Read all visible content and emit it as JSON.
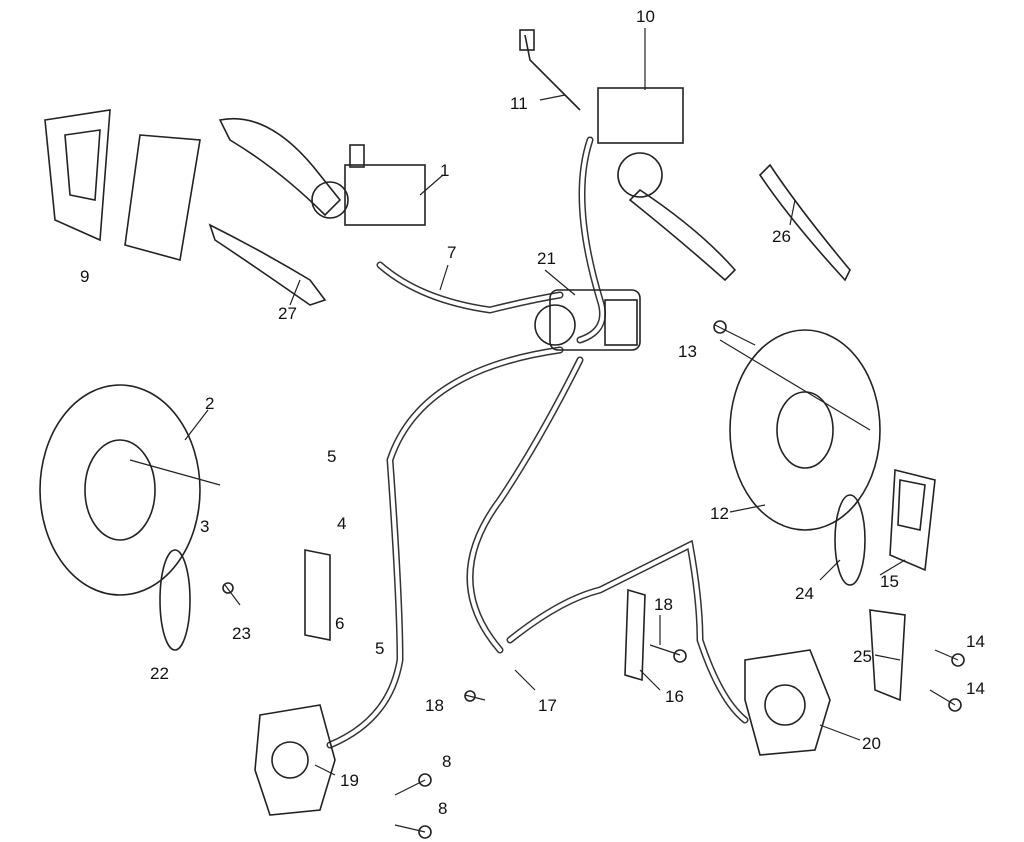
{
  "title": "Brake system exploded parts diagram",
  "callouts": [
    {
      "id": "c1",
      "text": "1"
    },
    {
      "id": "c2",
      "text": "2"
    },
    {
      "id": "c3",
      "text": "3"
    },
    {
      "id": "c4",
      "text": "4"
    },
    {
      "id": "c5a",
      "text": "5"
    },
    {
      "id": "c5b",
      "text": "5"
    },
    {
      "id": "c6",
      "text": "6"
    },
    {
      "id": "c7",
      "text": "7"
    },
    {
      "id": "c8a",
      "text": "8"
    },
    {
      "id": "c8b",
      "text": "8"
    },
    {
      "id": "c9",
      "text": "9"
    },
    {
      "id": "c10",
      "text": "10"
    },
    {
      "id": "c11",
      "text": "11"
    },
    {
      "id": "c12",
      "text": "12"
    },
    {
      "id": "c13",
      "text": "13"
    },
    {
      "id": "c14a",
      "text": "14"
    },
    {
      "id": "c14b",
      "text": "14"
    },
    {
      "id": "c15",
      "text": "15"
    },
    {
      "id": "c16",
      "text": "16"
    },
    {
      "id": "c17",
      "text": "17"
    },
    {
      "id": "c18a",
      "text": "18"
    },
    {
      "id": "c18b",
      "text": "18"
    },
    {
      "id": "c19",
      "text": "19"
    },
    {
      "id": "c20",
      "text": "20"
    },
    {
      "id": "c21",
      "text": "21"
    },
    {
      "id": "c22",
      "text": "22"
    },
    {
      "id": "c23",
      "text": "23"
    },
    {
      "id": "c24",
      "text": "24"
    },
    {
      "id": "c25",
      "text": "25"
    },
    {
      "id": "c26",
      "text": "26"
    },
    {
      "id": "c27",
      "text": "27"
    }
  ]
}
